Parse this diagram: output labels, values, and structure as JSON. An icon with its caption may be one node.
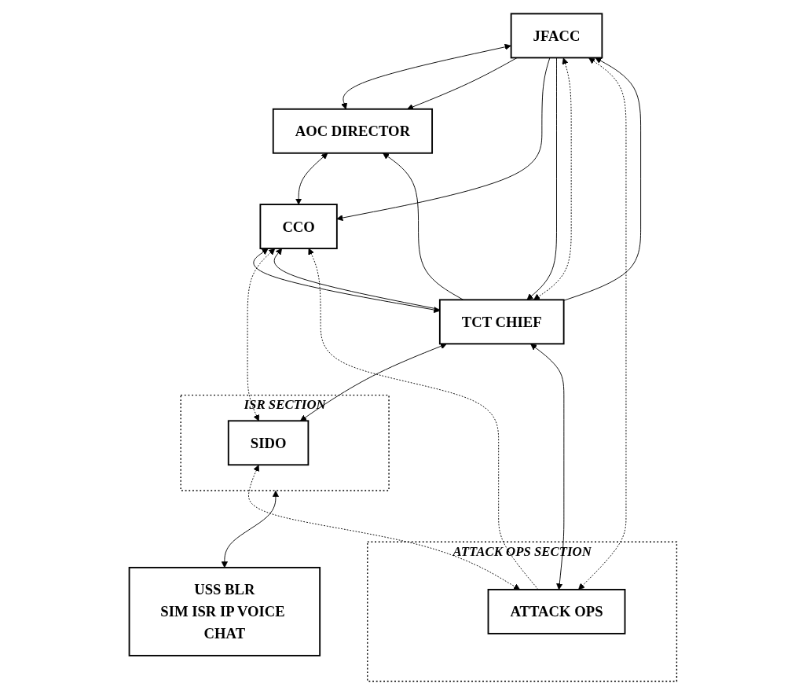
{
  "diagram": {
    "nodes": [
      {
        "text": [
          "JFACC"
        ]
      },
      {
        "text": [
          "AOC DIRECTOR"
        ]
      },
      {
        "text": [
          "CCO"
        ]
      },
      {
        "text": [
          "TCT CHIEF"
        ]
      },
      {
        "text": [
          "USS BLR",
          "SIM ISR IP VOICE CHAT"
        ]
      },
      {
        "text": [
          "ISR SECTION"
        ]
      },
      {
        "text": [
          "SIDO"
        ],
        "in": 5
      },
      {
        "text": [
          "ATTACK OPS SECTION"
        ]
      },
      {
        "text": [
          "ATTACK OPS"
        ],
        "in": 7
      }
    ],
    "edges": [
      {
        "from": 0,
        "to": 1,
        "arrow": "both"
      },
      {
        "from": 1,
        "to": 2,
        "arrow": "both"
      },
      {
        "from": 2,
        "to": 3,
        "arrow": "both"
      },
      {
        "from": 0,
        "to": 1,
        "arrow": "to"
      },
      {
        "from": 0,
        "to": 2,
        "arrow": "to"
      },
      {
        "from": 0,
        "to": 3,
        "arrow": "to"
      },
      {
        "from": 3,
        "to": 2,
        "arrow": "to"
      },
      {
        "from": 3,
        "to": 1,
        "arrow": "to"
      },
      {
        "from": 3,
        "to": 0,
        "arrow": "to"
      },
      {
        "from": 0,
        "to": 3,
        "arrow": "both",
        "style": "dashed"
      },
      {
        "from": 2,
        "to": 6,
        "arrow": "both",
        "style": "dashed"
      },
      {
        "from": 0,
        "to": 8,
        "arrow": "both",
        "style": "dashed"
      },
      {
        "from": 8,
        "to": 2,
        "arrow": "to",
        "style": "dashed"
      },
      {
        "from": 3,
        "to": 6,
        "arrow": "both"
      },
      {
        "from": 3,
        "to": 8,
        "arrow": "both"
      },
      {
        "from": 6,
        "to": 8,
        "arrow": "both",
        "style": "dashed"
      },
      {
        "from": 5,
        "to": 4,
        "arrow": "both"
      }
    ]
  }
}
